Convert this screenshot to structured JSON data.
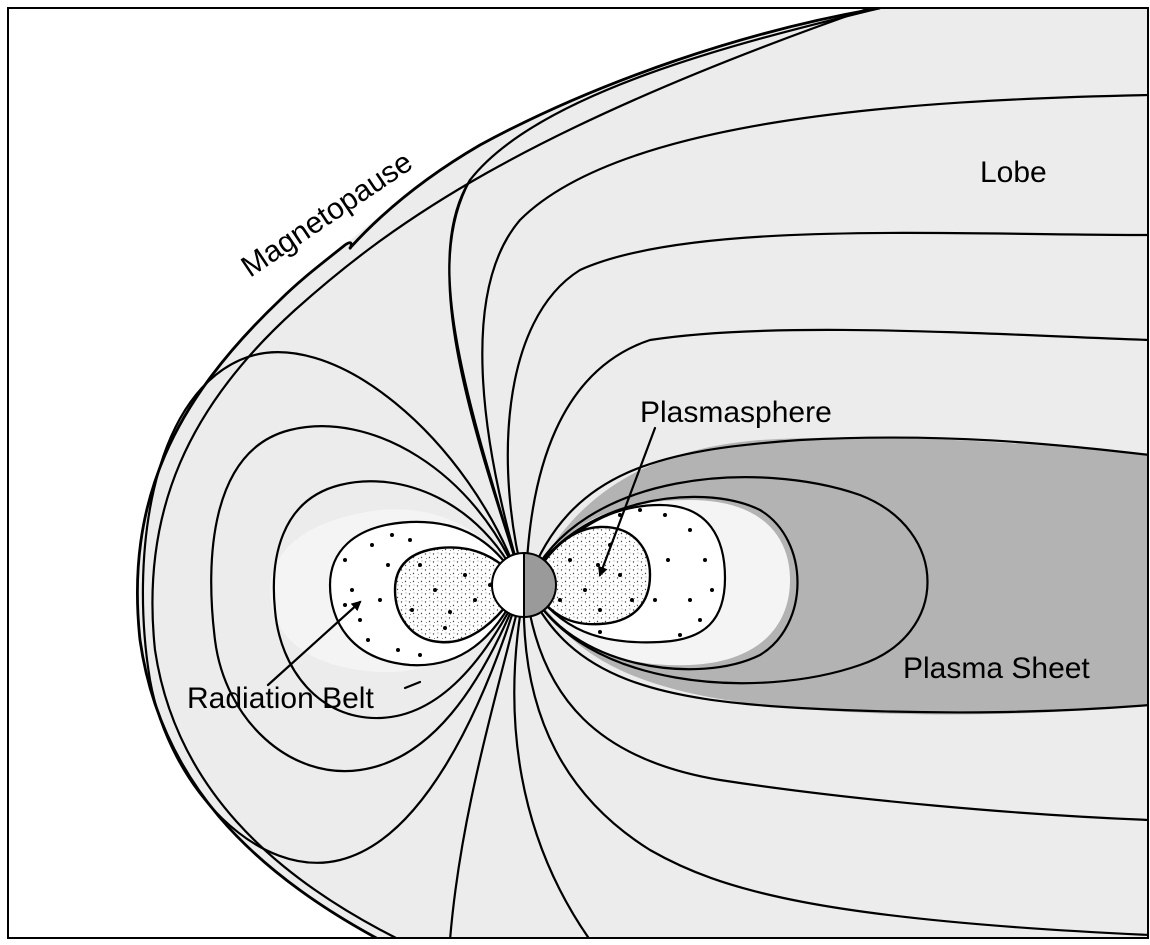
{
  "labels": {
    "magnetopause": "Magnetopause",
    "lobe": "Lobe",
    "plasmasphere": "Plasmasphere",
    "plasma_sheet": "Plasma Sheet",
    "radiation_belt": "Radiation Belt"
  },
  "colors": {
    "background": "#ffffff",
    "magnetosphere_fill": "#ececec",
    "plasma_sheet_fill": "#b3b3b3",
    "plasmasphere_fill": "#f4f4f4",
    "radiation_belt_fill": "#ffffff",
    "earth_day": "#ffffff",
    "earth_night": "#9a9a9a",
    "line": "#000000"
  },
  "icons": {
    "earth": "earth-icon",
    "arrow": "arrow-icon"
  }
}
